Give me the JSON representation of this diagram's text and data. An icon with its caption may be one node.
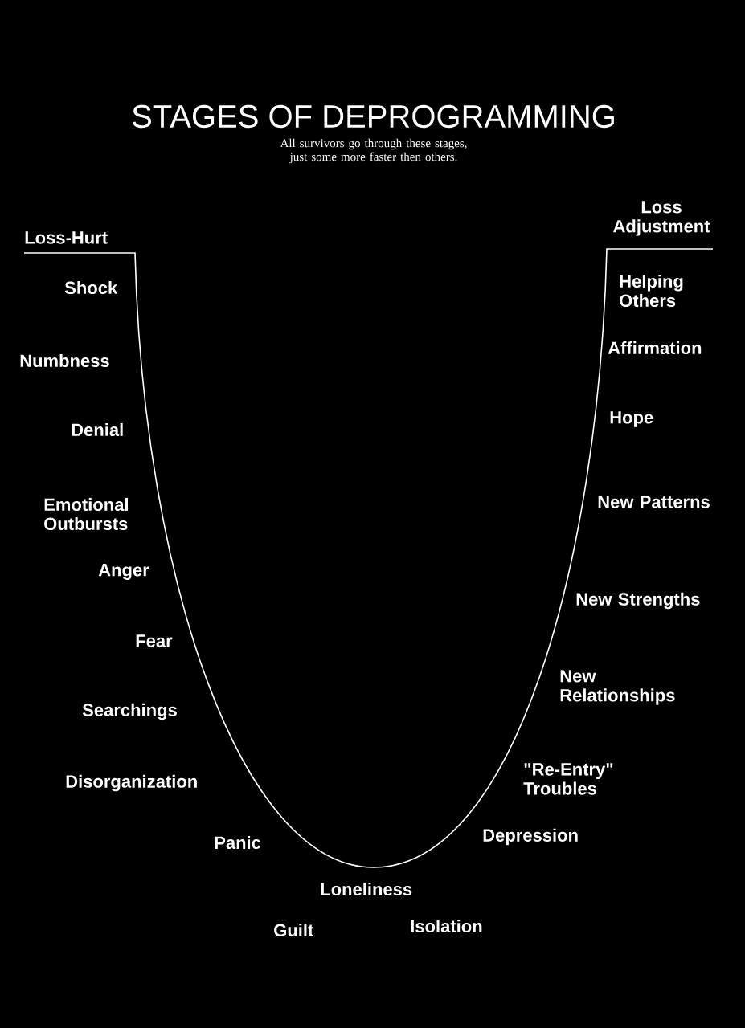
{
  "diagram": {
    "title": "STAGES OF DEPROGRAMMING",
    "labels": [
      "All survivors go through these stages, just some more faster then others.",
      "Loss-Hurt",
      "Shock",
      "Numbness",
      "Denial",
      "Emotional Outbursts",
      "Anger",
      "Fear",
      "Searchings",
      "Disorganization",
      "Panic",
      "Loneliness",
      "Guilt",
      "Isolation",
      "Depression",
      "\"Re-Entry\" Troubles",
      "New Relationships",
      "New Strengths",
      "New Patterns",
      "Hope",
      "Affirmation",
      "Helping Others",
      "Loss Adjustment"
    ]
  }
}
